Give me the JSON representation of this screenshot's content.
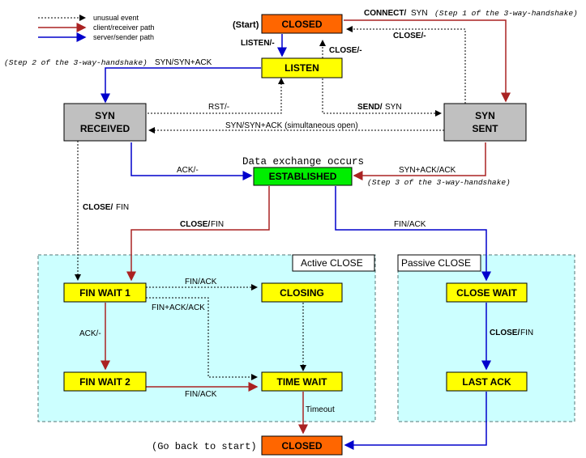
{
  "legend": {
    "unusual": "unusual event",
    "client": "client/receiver path",
    "server": "server/sender path"
  },
  "colors": {
    "closed_fill": "#ff6600",
    "listen_fill": "#ffff00",
    "syn_fill": "#c0c0c0",
    "established_fill": "#00ee00",
    "region_fill": "#ccffff",
    "client_path": "#aa2222",
    "server_path": "#0000cc",
    "unusual_path": "#000000"
  },
  "states": {
    "closed": "CLOSED",
    "listen": "LISTEN",
    "syn_received_1": "SYN",
    "syn_received_2": "RECEIVED",
    "syn_sent_1": "SYN",
    "syn_sent_2": "SENT",
    "established": "ESTABLISHED",
    "fin_wait_1": "FIN WAIT 1",
    "fin_wait_2": "FIN WAIT 2",
    "closing": "CLOSING",
    "time_wait": "TIME WAIT",
    "close_wait": "CLOSE WAIT",
    "last_ack": "LAST ACK",
    "closed_end": "CLOSED"
  },
  "regions": {
    "active": "Active CLOSE",
    "passive": "Passive CLOSE"
  },
  "labels": {
    "start": "(Start)",
    "go_back": "(Go back to start)",
    "data_exchange": "Data exchange occurs",
    "step1": "(Step 1 of the 3-way-handshake)",
    "step2": "(Step 2 of the 3-way-handshake)",
    "step3": "(Step 3 of the 3-way-handshake)",
    "connect_bold": "CONNECT/",
    "connect_rest": "SYN",
    "listen_edge": "LISTEN/-",
    "close_edge1": "CLOSE/-",
    "close_edge2": "CLOSE/-",
    "syn_synack": "SYN/SYN+ACK",
    "rst": "RST/-",
    "send_bold": "SEND/",
    "send_rest": "SYN",
    "simultaneous": "SYN/SYN+ACK (simultaneous open)",
    "ack_dash": "ACK/-",
    "synack_ack": "SYN+ACK/ACK",
    "close_fin_left_bold": "CLOSE/",
    "close_fin_left_rest": "FIN",
    "close_fin_mid_bold": "CLOSE/",
    "close_fin_mid_rest": " FIN",
    "fin_ack_right": "FIN/ACK",
    "fin_ack_closing": "FIN/ACK",
    "finack_ack": "FIN+ACK/ACK",
    "ack_dash2": "ACK/-",
    "fin_ack_bottom": "FIN/ACK",
    "timeout": "Timeout",
    "close_fin_right_bold": "CLOSE/",
    "close_fin_right_rest": " FIN"
  }
}
